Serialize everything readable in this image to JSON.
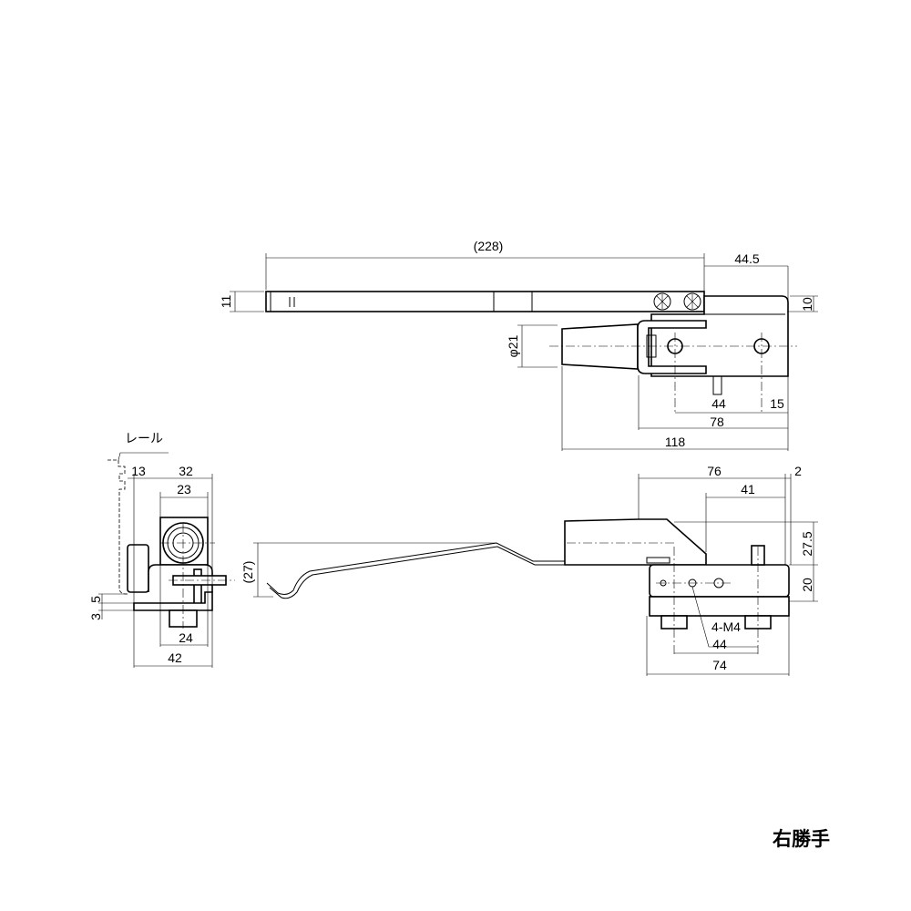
{
  "drawing": {
    "handedness_label": "右勝手",
    "rail_label": "レール",
    "top_view": {
      "overall_length": "(228)",
      "housing_length": "44.5",
      "arm_thickness": "11",
      "housing_thickness": "10",
      "knob_diameter": "φ21",
      "hole_pitch": "44",
      "hole_edge": "15",
      "bracket_length": "78",
      "total_length": "118"
    },
    "side_view": {
      "rail_offset": "13",
      "width_32": "32",
      "width_23": "23",
      "gap_5": "5",
      "gap_3": "3",
      "width_24": "24",
      "width_42": "42"
    },
    "spring": {
      "height": "(27)"
    },
    "front_view": {
      "length_76": "76",
      "offset_2": "2",
      "length_41": "41",
      "height_27_5": "27.5",
      "height_20": "20",
      "tap_callout": "4-M4",
      "hole_pitch": "44",
      "base_length": "74"
    }
  }
}
